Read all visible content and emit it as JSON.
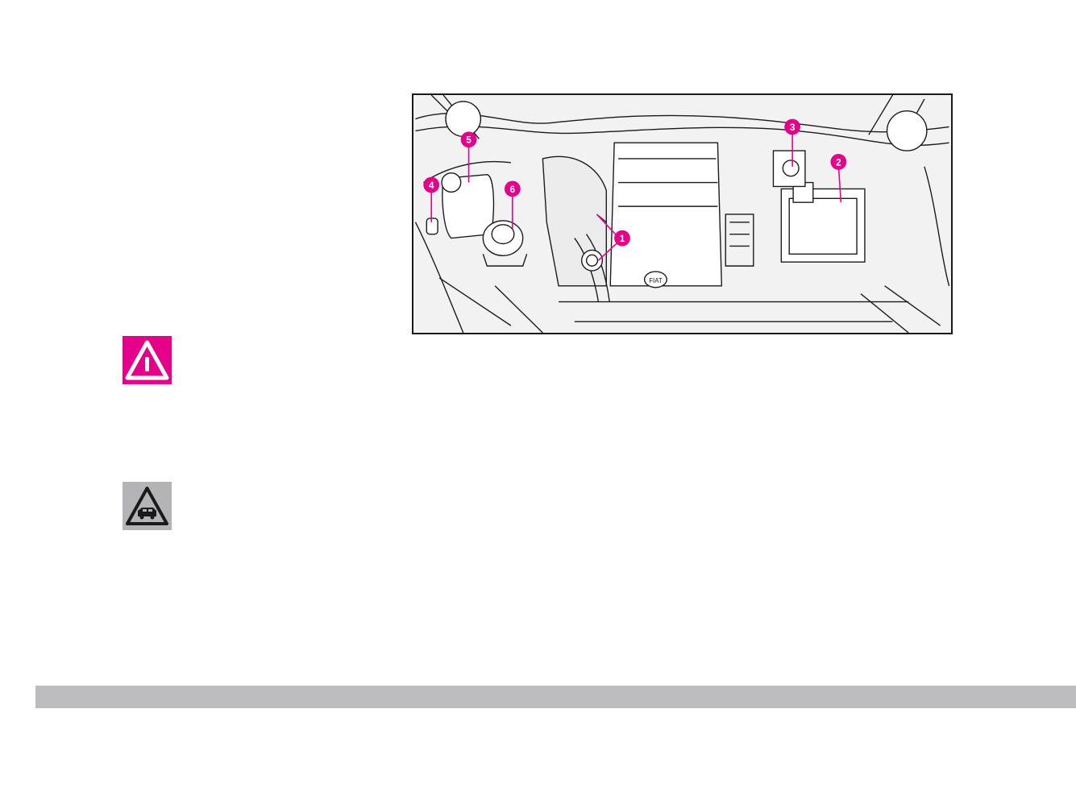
{
  "figure": {
    "callouts": [
      {
        "label": "1"
      },
      {
        "label": "2"
      },
      {
        "label": "3"
      },
      {
        "label": "4"
      },
      {
        "label": "5"
      },
      {
        "label": "6"
      }
    ],
    "logo_text": "FIAT"
  },
  "icons": {
    "warning": "warning-triangle-icon",
    "environment": "vehicle-environment-icon"
  },
  "colors": {
    "accent": "#e5008a",
    "line": "#1a1a1a",
    "figure_bg": "#f2f2f2",
    "env_icon_bg": "#b4b4b6",
    "footer_bar": "#bdbdbf"
  }
}
